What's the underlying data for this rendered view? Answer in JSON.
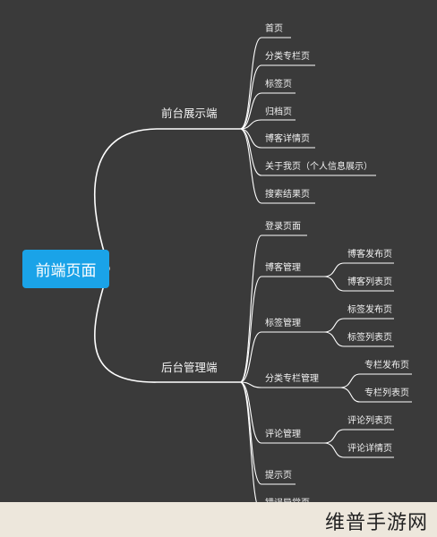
{
  "mindmap": {
    "root": "前端页面",
    "branches": [
      {
        "label": "前台展示端",
        "children": [
          "首页",
          "分类专栏页",
          "标签页",
          "归档页",
          "博客详情页",
          "关于我页（个人信息展示）",
          "搜索结果页"
        ]
      },
      {
        "label": "后台管理端",
        "children": [
          {
            "label": "登录页面"
          },
          {
            "label": "博客管理",
            "children": [
              "博客发布页",
              "博客列表页"
            ]
          },
          {
            "label": "标签管理",
            "children": [
              "标签发布页",
              "标签列表页"
            ]
          },
          {
            "label": "分类专栏管理",
            "children": [
              "专栏发布页",
              "专栏列表页"
            ]
          },
          {
            "label": "评论管理",
            "children": [
              "评论列表页",
              "评论详情页"
            ]
          },
          {
            "label": "提示页"
          },
          {
            "label": "错误异常页"
          }
        ]
      }
    ]
  },
  "watermark": "维普手游网",
  "colors": {
    "background": "#3a3a3a",
    "root_fill": "#1aa3e8",
    "line": "#ffffff",
    "text": "#f2f2f2"
  }
}
